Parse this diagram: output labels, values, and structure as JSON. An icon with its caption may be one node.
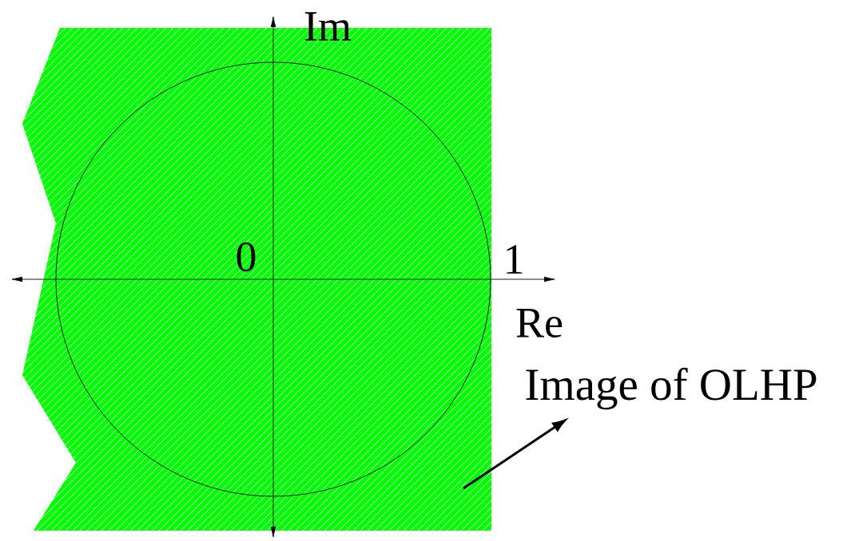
{
  "diagram": {
    "nodes": [
      {
        "text": [
          "Image of OLHP"
        ]
      },
      {
        "text": [],
        "shape": "polygon"
      }
    ],
    "edges": [
      {
        "from": 1,
        "to": 0,
        "arrow": "to"
      }
    ],
    "labels": [
      "Im",
      "0",
      "1",
      "Re"
    ]
  }
}
